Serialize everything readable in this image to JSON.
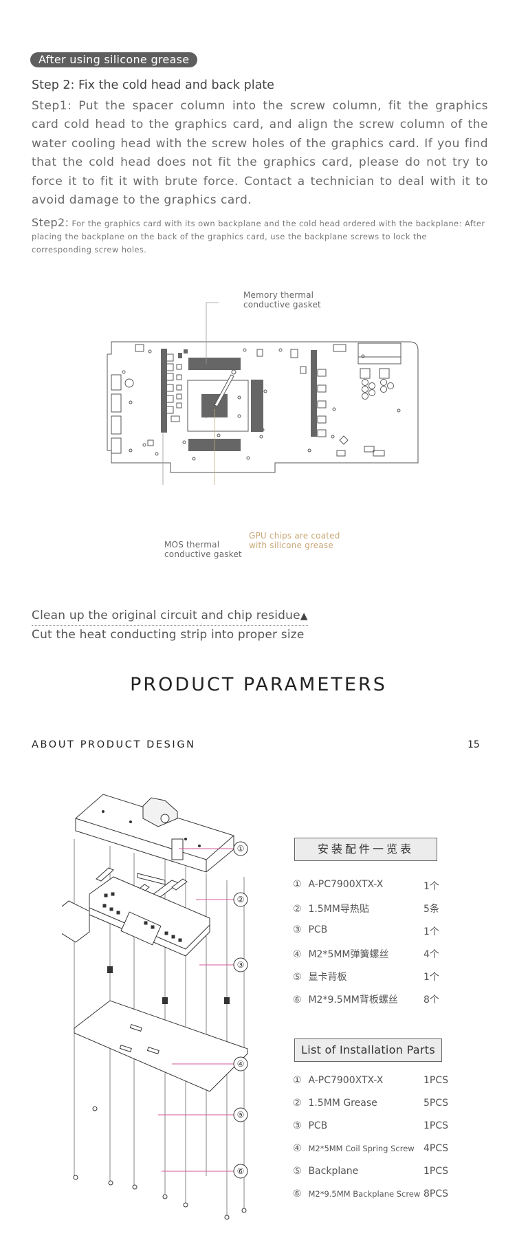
{
  "header": {
    "pill": "After using silicone grease",
    "step_title": "Step 2: Fix the cold head and back plate",
    "step1": "Step1: Put the spacer column into the screw column, fit the graphics card cold head to the graphics card, and align the screw column of the water cooling head with the screw holes of the graphics card. If you find that the cold head does not fit the graphics card, please do not try to force it to fit it with brute force. Contact a technician to deal with it to avoid damage to the graphics card.",
    "step2_lead": "Step2:",
    "step2_text": "For the graphics card with its own backplane and the cold head ordered with the backplane: After placing the backplane on the back of the graphics card, use the backplane screws to lock the corresponding screw holes."
  },
  "diagram": {
    "memory_l1": "Memory thermal",
    "memory_l2": "conductive gasket",
    "mos_l1": "MOS thermal",
    "mos_l2": "conductive gasket",
    "gpu_l1": "GPU chips are coated",
    "gpu_l2": "with silicone grease"
  },
  "notes": {
    "clean": "Clean up the original circuit and chip residue",
    "cut": "Cut the heat conducting strip into proper size"
  },
  "section": {
    "title": "PRODUCT PARAMETERS",
    "subtitle": "ABOUT PRODUCT DESIGN",
    "page": "15"
  },
  "callouts": [
    "①",
    "②",
    "③",
    "④",
    "⑤",
    "⑥"
  ],
  "parts_cn": {
    "heading": "安装配件一览表",
    "items": [
      {
        "n": "①",
        "name": "A-PC7900XTX-X",
        "qty": "1个"
      },
      {
        "n": "②",
        "name": "1.5MM导热贴",
        "qty": "5条"
      },
      {
        "n": "③",
        "name": "PCB",
        "qty": "1个"
      },
      {
        "n": "④",
        "name": "M2*5MM弹簧螺丝",
        "qty": "4个"
      },
      {
        "n": "⑤",
        "name": "显卡背板",
        "qty": "1个"
      },
      {
        "n": "⑥",
        "name": "M2*9.5MM背板螺丝",
        "qty": "8个"
      }
    ]
  },
  "parts_en": {
    "heading": "List of Installation Parts",
    "items": [
      {
        "n": "①",
        "name": "A-PC7900XTX-X",
        "qty": "1PCS"
      },
      {
        "n": "②",
        "name": "1.5MM Grease",
        "qty": "5PCS"
      },
      {
        "n": "③",
        "name": "PCB",
        "qty": "1PCS"
      },
      {
        "n": "④",
        "name": "M2*5MM Coil Spring Screw",
        "qty": "4PCS"
      },
      {
        "n": "⑤",
        "name": "Backplane",
        "qty": "1PCS"
      },
      {
        "n": "⑥",
        "name": "M2*9.5MM Backplane Screw",
        "qty": "8PCS"
      }
    ]
  }
}
